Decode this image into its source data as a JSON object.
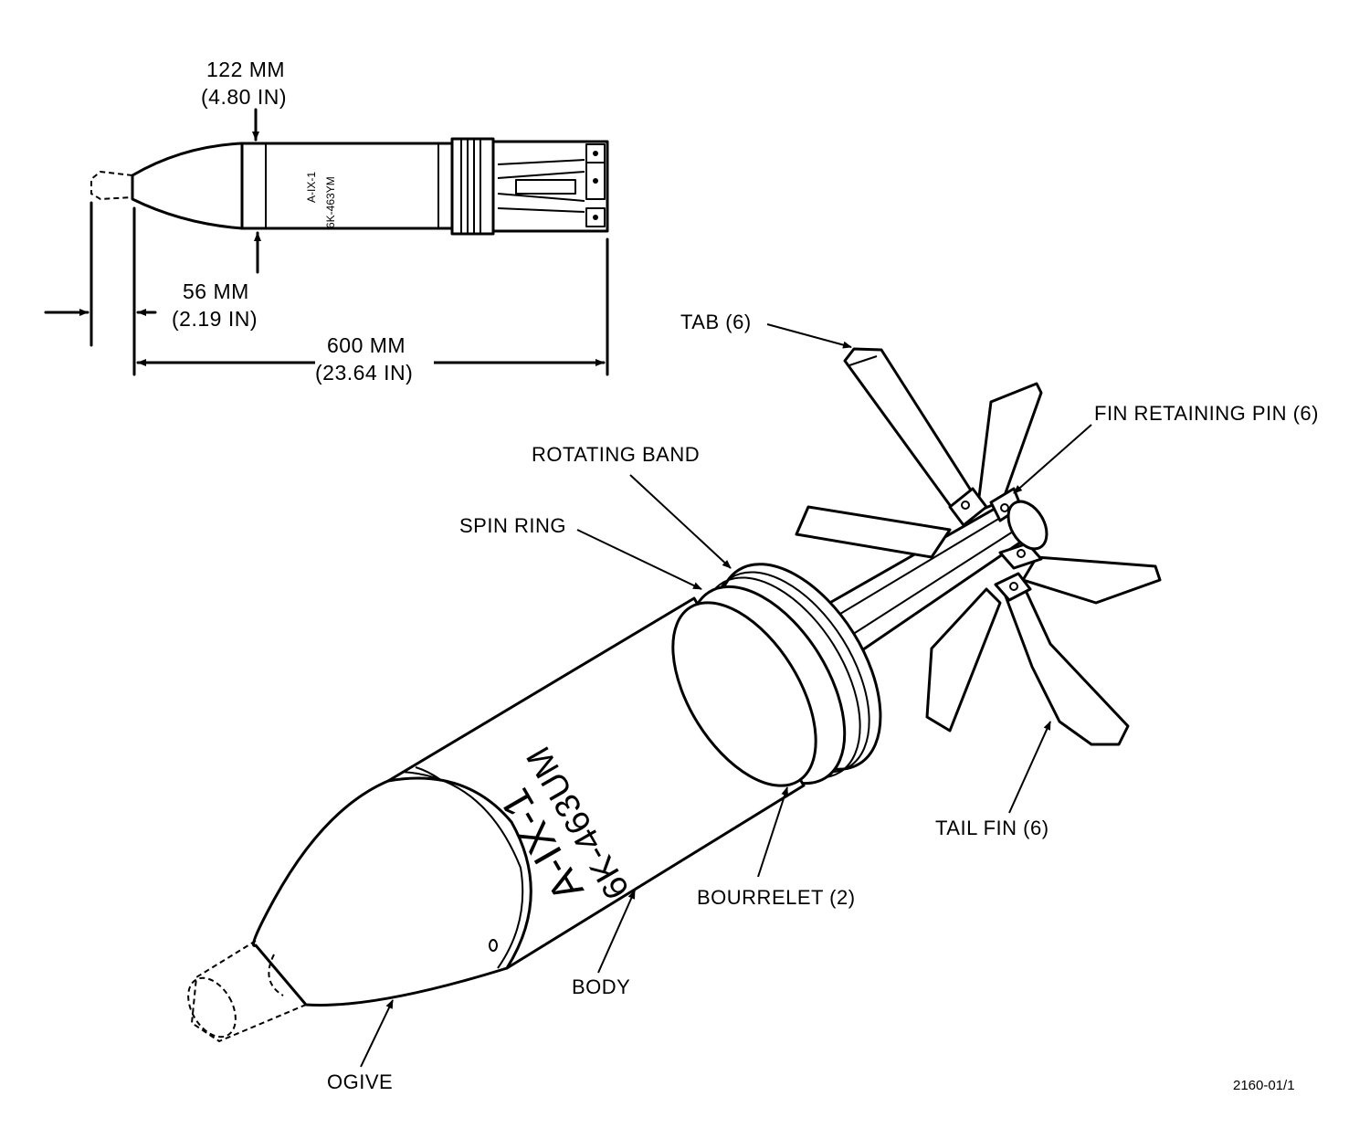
{
  "dimensions": {
    "top_caliber": {
      "mm": "122 MM",
      "in": "(4.80 IN)"
    },
    "bottom_diameter": {
      "mm": "56 MM",
      "in": "(2.19 IN)"
    },
    "length": {
      "mm": "600 MM",
      "in": "(23.64 IN)"
    }
  },
  "side_view_markings": [
    "A-IX-1",
    "6K-463YM"
  ],
  "iso_view_markings": [
    "A-IX-1",
    "6K-463UM"
  ],
  "labels": {
    "tab": "TAB (6)",
    "fin_retaining_pin": "FIN RETAINING PIN (6)",
    "rotating_band": "ROTATING BAND",
    "spin_ring": "SPIN RING",
    "tail_fin": "TAIL FIN (6)",
    "bourrelet": "BOURRELET (2)",
    "body": "BODY",
    "ogive": "OGIVE"
  },
  "figure_number": "2160-01/1"
}
